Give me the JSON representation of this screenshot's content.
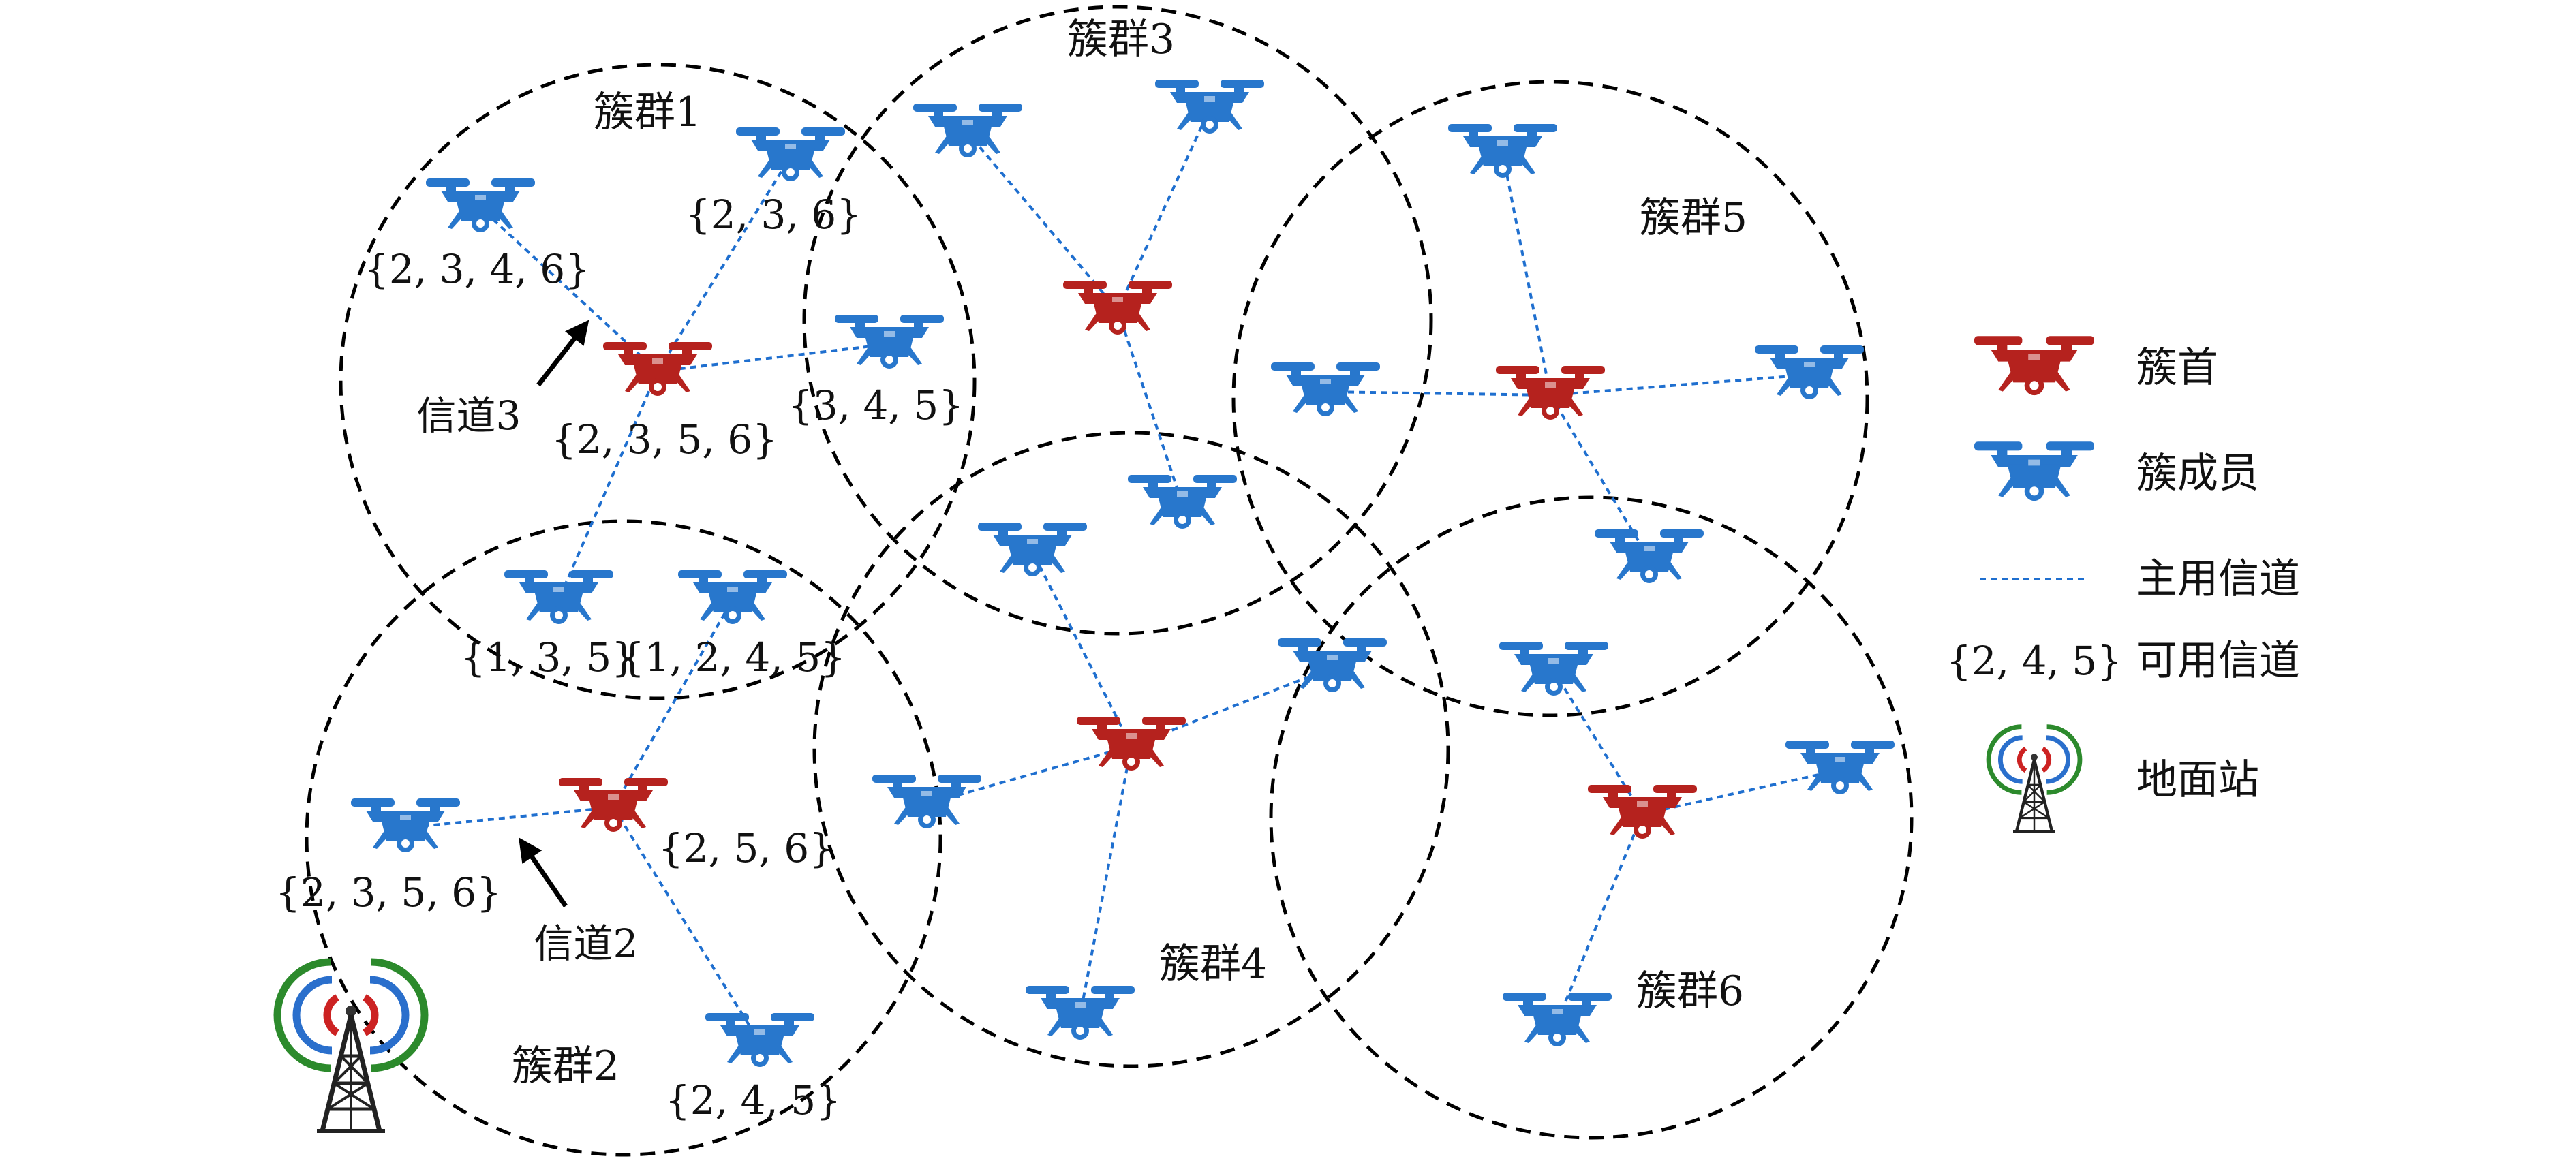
{
  "colors": {
    "cluster_head": "#b5221e",
    "cluster_member": "#2877cc",
    "primary_channel": "#1f6fcf",
    "circle": "#000000"
  },
  "clusters": [
    {
      "id": 1,
      "label": "簇群1"
    },
    {
      "id": 2,
      "label": "簇群2"
    },
    {
      "id": 3,
      "label": "簇群3"
    },
    {
      "id": 4,
      "label": "簇群4"
    },
    {
      "id": 5,
      "label": "簇群5"
    },
    {
      "id": 6,
      "label": "簇群6"
    }
  ],
  "channel_sets": [
    "{2, 3, 4, 6}",
    "{2, 3, 6}",
    "{3, 4, 5}",
    "{2, 3, 5, 6}",
    "{1, 3, 5}",
    "{1, 2, 4, 5}",
    "{2, 3, 5, 6}",
    "{2, 5, 6}",
    "{2, 4, 5}"
  ],
  "annotations": {
    "channel3": "信道3",
    "channel2": "信道2"
  },
  "legend": {
    "cluster_head": "簇首",
    "cluster_member": "簇成员",
    "primary_channel": "主用信道",
    "available_channel_example": "{2, 4, 5}",
    "available_channel": "可用信道",
    "ground_station": "地面站"
  },
  "icons": {
    "drone": "drone-icon",
    "ground_station": "radio-tower-icon",
    "arrow": "arrow-icon"
  }
}
